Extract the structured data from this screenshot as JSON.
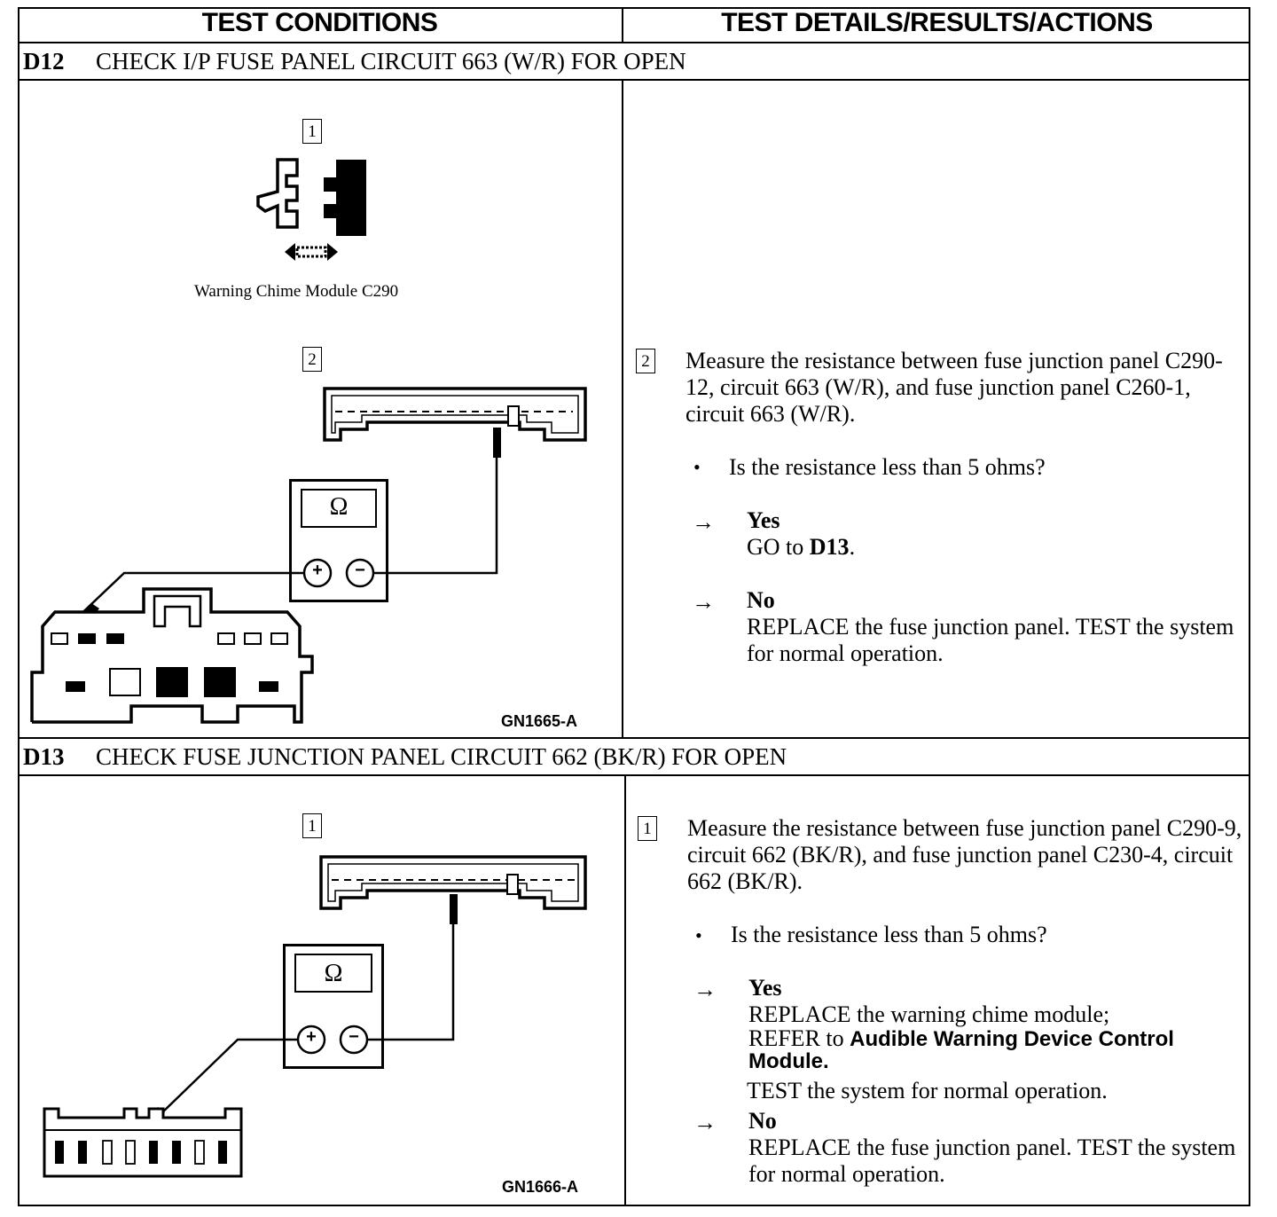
{
  "header": {
    "left": "TEST CONDITIONS",
    "right": "TEST DETAILS/RESULTS/ACTIONS"
  },
  "steps": [
    {
      "id": "D12",
      "title": "CHECK I/P FUSE PANEL CIRCUIT 663 (W/R) FOR OPEN",
      "figure": {
        "id": "GN1665-A",
        "callouts": [
          "1",
          "2"
        ],
        "caption": "Warning Chime Module C290",
        "meter_symbol": "Ω",
        "plus": "+",
        "minus": "−"
      },
      "detail": {
        "num": "2",
        "text": "Measure the resistance between fuse junction panel C290-12, circuit 663 (W/R), and fuse junction panel C260-1, circuit 663 (W/R).",
        "question": "Is the resistance less than 5 ohms?",
        "answers": [
          {
            "label": "Yes",
            "action_prefix": "GO to ",
            "action_ref": "D13",
            "action_suffix": "."
          },
          {
            "label": "No",
            "action": "REPLACE the fuse junction panel. TEST the system for normal operation."
          }
        ]
      }
    },
    {
      "id": "D13",
      "title": "CHECK FUSE JUNCTION PANEL CIRCUIT 662 (BK/R) FOR OPEN",
      "figure": {
        "id": "GN1666-A",
        "callouts": [
          "1"
        ],
        "meter_symbol": "Ω",
        "plus": "+",
        "minus": "−"
      },
      "detail": {
        "num": "1",
        "text": "Measure the resistance between fuse junction panel C290-9, circuit 662 (BK/R), and fuse junction panel C230-4, circuit 662 (BK/R).",
        "question": "Is the resistance less than 5 ohms?",
        "answers": [
          {
            "label": "Yes",
            "action_1": "REPLACE the warning chime module;",
            "refer_prefix": "REFER to",
            "refer_target": "Audible Warning Device Control Module.",
            "action_2": "TEST the system for normal operation."
          },
          {
            "label": "No",
            "action": "REPLACE the fuse junction panel. TEST the system for normal operation."
          }
        ]
      }
    }
  ],
  "glyphs": {
    "arrow": "→",
    "bullet": "•"
  }
}
